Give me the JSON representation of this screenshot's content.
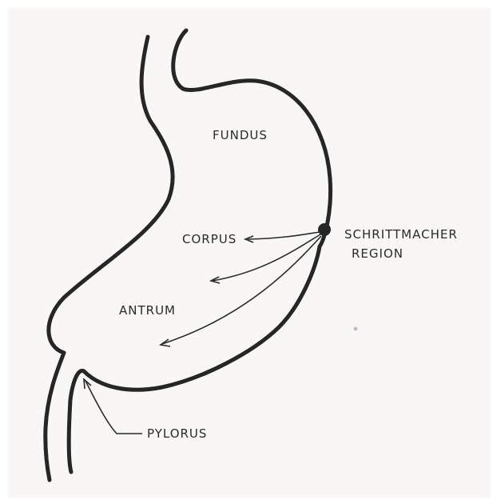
{
  "labels": {
    "fundus": "FUNDUS",
    "corpus": "CORPUS",
    "antrum": "ANTRUM",
    "pacemaker_line1": "SCHRITTMACHER",
    "pacemaker_line2": "REGION",
    "pylorus": "PYLORUS"
  },
  "colors": {
    "ink": "#262626",
    "paper": "#f8f7f6"
  }
}
